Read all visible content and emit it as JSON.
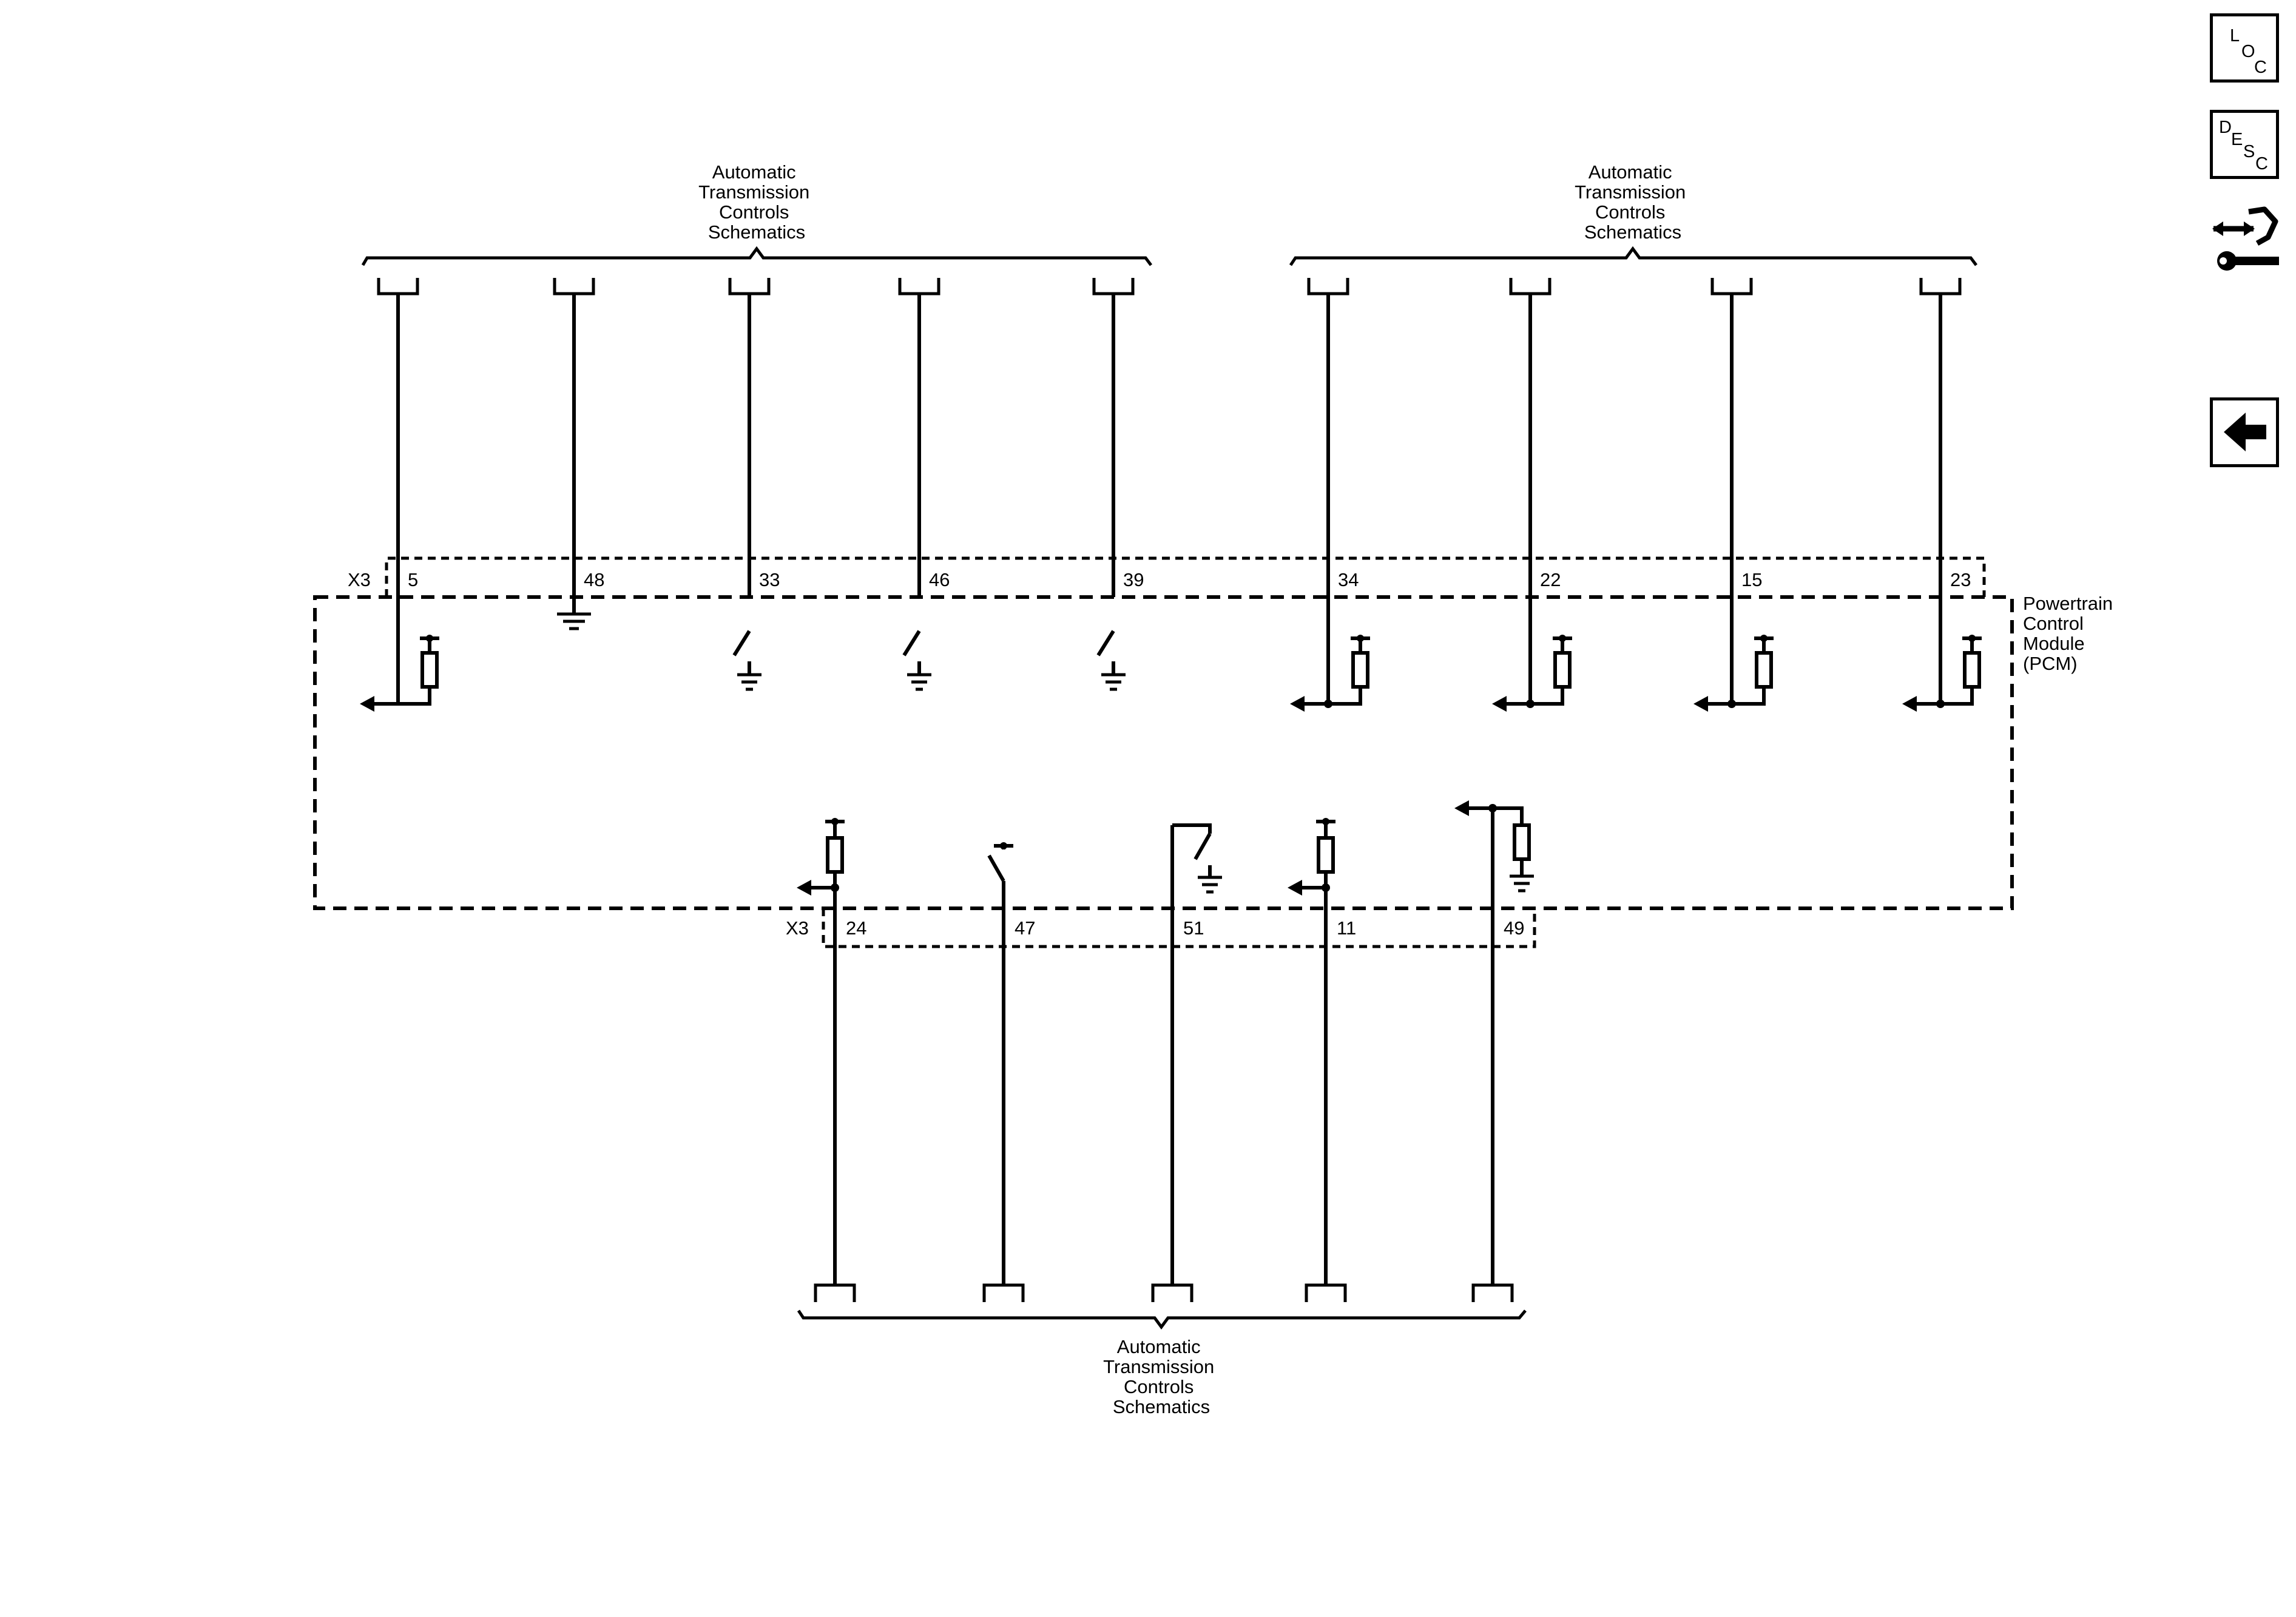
{
  "nav": {
    "loc": {
      "l1": "L",
      "l2": "O",
      "l3": "C"
    },
    "desc": {
      "l1": "D",
      "l2": "E",
      "l3": "S",
      "l4": "C"
    }
  },
  "harness": {
    "top_left": [
      "Automatic",
      "Transmission",
      "Controls",
      "Schematics"
    ],
    "top_right": [
      "Automatic",
      "Transmission",
      "Controls",
      "Schematics"
    ],
    "bottom": [
      "Automatic",
      "Transmission",
      "Controls",
      "Schematics"
    ]
  },
  "module": [
    "Powertrain",
    "Control",
    "Module",
    "(PCM)"
  ],
  "connector": {
    "top": "X3",
    "bottom": "X3"
  },
  "pins": {
    "top": [
      "5",
      "48",
      "33",
      "46",
      "39",
      "34",
      "22",
      "15",
      "23"
    ],
    "bottom": [
      "24",
      "47",
      "51",
      "11",
      "49"
    ]
  }
}
